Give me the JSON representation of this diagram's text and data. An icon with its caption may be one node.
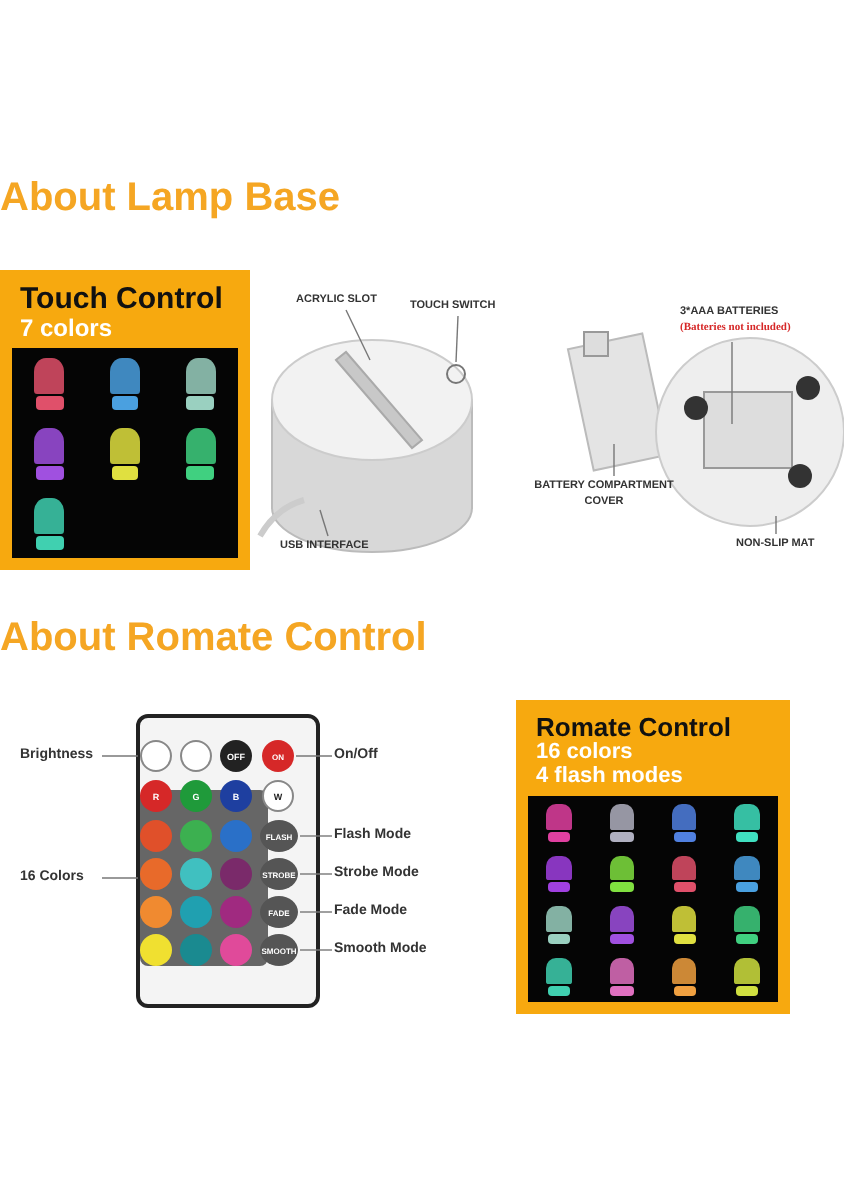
{
  "diagram": {
    "nodes": [
      {
        "text": [
          "Touch Control",
          "7 colors"
        ]
      },
      {
        "text": [
          "ACRYLIC SLOT"
        ]
      },
      {
        "text": [
          "TOUCH SWITCH"
        ]
      },
      {
        "text": [
          "USB INTERFACE"
        ]
      },
      {
        "text": [
          "3*AAA BATTERIES",
          "(Batteries not included)"
        ]
      },
      {
        "text": [
          "BATTERY COMPARTMENT COVER"
        ]
      },
      {
        "text": [
          "NON-SLIP MAT"
        ]
      },
      {
        "text": [
          "Brightness"
        ]
      },
      {
        "text": [
          "On/Off"
        ]
      },
      {
        "text": [
          "16 Colors"
        ]
      },
      {
        "text": [
          "Flash Mode"
        ]
      },
      {
        "text": [
          "Strobe Mode"
        ]
      },
      {
        "text": [
          "Fade Mode"
        ]
      },
      {
        "text": [
          "Smooth Mode"
        ]
      },
      {
        "text": [
          "Romate Control",
          "16 colors",
          "4 flash modes"
        ]
      },
      {
        "text": [],
        "shape": "circle"
      },
      {
        "text": [],
        "shape": "circle"
      },
      {
        "text": [
          "ON"
        ]
      },
      {
        "text": [],
        "shape": "box"
      },
      {
        "text": [
          "FLASH"
        ]
      },
      {
        "text": [
          "STROBE"
        ]
      },
      {
        "text": [
          "FADE"
        ]
      },
      {
        "text": [
          "SMOOTH"
        ]
      }
    ],
    "edges": [
      {
        "from": 1,
        "to": null,
        "arrow": "none"
      },
      {
        "from": 2,
        "to": 15,
        "arrow": "none"
      },
      {
        "from": 3,
        "to": null,
        "arrow": "none"
      },
      {
        "from": 4,
        "to": null,
        "arrow": "none"
      },
      {
        "from": 5,
        "to": null,
        "arrow": "none"
      },
      {
        "from": 6,
        "to": null,
        "arrow": "none"
      },
      {
        "from": 7,
        "to": 16,
        "arrow": "none"
      },
      {
        "from": 8,
        "to": 17,
        "arrow": "none"
      },
      {
        "from": 9,
        "to": 18,
        "arrow": "none"
      },
      {
        "from": 10,
        "to": 19,
        "arrow": "none"
      },
      {
        "from": 11,
        "to": 20,
        "arrow": "none"
      },
      {
        "from": 12,
        "to": 21,
        "arrow": "none"
      },
      {
        "from": 13,
        "to": 22,
        "arrow": "none"
      }
    ],
    "labels": [
      "About Lamp Base",
      "About Romate Control",
      "OFF",
      "R",
      "G",
      "B",
      "W"
    ]
  }
}
